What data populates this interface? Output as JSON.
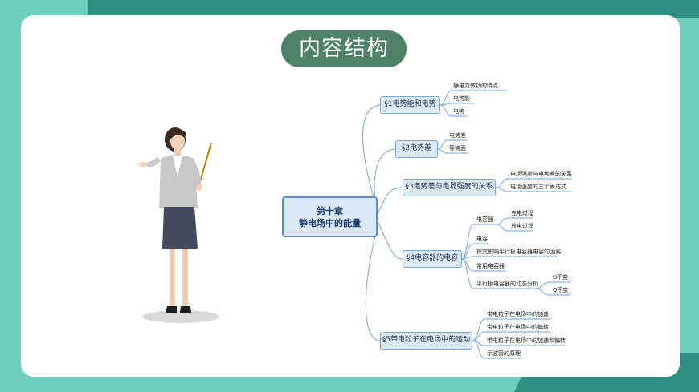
{
  "slide": {
    "title": "内容结构",
    "colors": {
      "background": "#6fcfbd",
      "accent_dark": "#2f8f80",
      "pill": "#4e8168",
      "node_fill": "#dbe9f7",
      "node_border": "#7ba6d6",
      "line": "#7ba6d6"
    }
  },
  "mindmap": {
    "root": {
      "line1": "第十章",
      "line2": "静电场中的能量"
    },
    "branches": [
      {
        "label": "§1电势能和电势",
        "items": [
          "静电力做功的特点",
          "电势能",
          "电势"
        ]
      },
      {
        "label": "§2电势差",
        "items": [
          "电势差",
          "等势面"
        ]
      },
      {
        "label": "§3电势差与电场强度的关系",
        "items": [
          "电场强度与电势差的关系",
          "电场强度的三个表达式"
        ]
      },
      {
        "label": "§4电容器的电容",
        "items": [
          "电容器",
          "电容",
          "探究影响平行板电容器电容的因素",
          "常用电容器",
          "平行板电容器的动态分析"
        ],
        "subitems": {
          "capacitor": [
            "充电过程",
            "放电过程"
          ],
          "dynamic": [
            "U不变",
            "Q不变"
          ]
        }
      },
      {
        "label": "§5带电粒子在电场中的运动",
        "items": [
          "带电粒子在电场中的加速",
          "带电粒子在电场中的偏转",
          "带电粒子在电场中的加速和偏转",
          "示波管的原理"
        ]
      }
    ]
  }
}
